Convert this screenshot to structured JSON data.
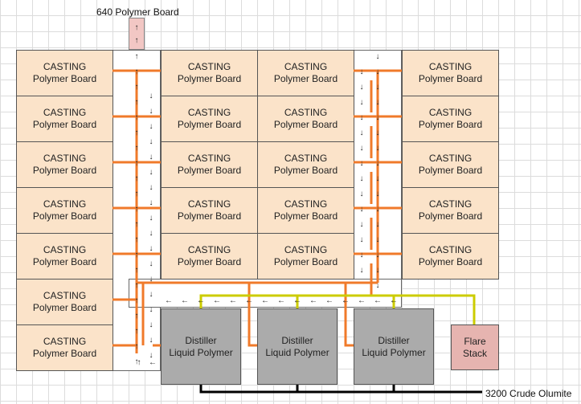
{
  "labels": {
    "output": "640 Polymer Board",
    "input": "3200 Crude Olumite"
  },
  "casting": {
    "title": "CASTING",
    "subtitle": "Polymer Board"
  },
  "distiller": {
    "title": "Distiller",
    "subtitle": "Liquid Polymer"
  },
  "flare": {
    "title": "Flare",
    "subtitle": "Stack"
  },
  "arrows": {
    "up": "↑",
    "down": "↓",
    "left": "←"
  },
  "colors": {
    "casting_fill": "#fbe3c9",
    "distiller_fill": "#ababab",
    "flare_fill": "#e6b4b0",
    "output_belt_fill": "#f2c7c4",
    "liquid_pipe": "#f07a2a",
    "gas_pipe": "#cccc00",
    "crude_pipe": "#000000"
  },
  "layout_counts": {
    "casting_left_column": 7,
    "casting_mid_left_column": 5,
    "casting_mid_right_column": 5,
    "casting_right_column": 5,
    "distillers": 3,
    "flare_stacks": 1
  }
}
